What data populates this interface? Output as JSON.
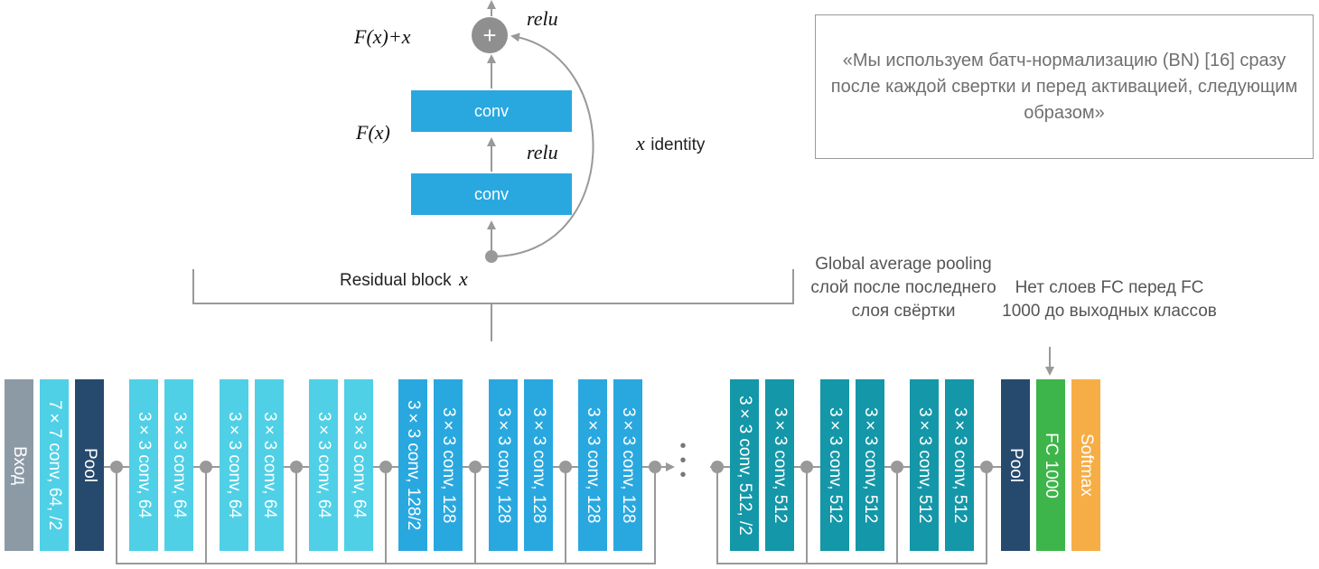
{
  "residual_block": {
    "output_label": "F(x)+x",
    "plus_symbol": "+",
    "relu_top": "relu",
    "conv_top": "conv",
    "fx_label": "F(x)",
    "relu_mid": "relu",
    "conv_bottom": "conv",
    "identity_x": "x",
    "identity_label": "identity",
    "caption": "Residual block",
    "caption_x": "x"
  },
  "quote": "«Мы используем батч-нормализацию (BN) [16] сразу после каждой свертки и перед активацией, следующим образом»",
  "notes": {
    "gap": "Global average pooling слой после последнего слоя свёртки",
    "nofc": "Нет слоев FC перед FC 1000 до выходных классов"
  },
  "layers": [
    {
      "label": "Вход",
      "color": "#8c9aa6"
    },
    {
      "label": "7×7 conv, 64, /2",
      "color": "#4fd0e6"
    },
    {
      "label": "Pool",
      "color": "#264a6e"
    },
    {
      "label": "3×3 conv, 64",
      "color": "#4fd0e6"
    },
    {
      "label": "3×3 conv, 64",
      "color": "#4fd0e6"
    },
    {
      "label": "3×3 conv, 64",
      "color": "#4fd0e6"
    },
    {
      "label": "3×3 conv, 64",
      "color": "#4fd0e6"
    },
    {
      "label": "3×3 conv, 64",
      "color": "#4fd0e6"
    },
    {
      "label": "3×3 conv, 64",
      "color": "#4fd0e6"
    },
    {
      "label": "3×3 conv, 128/2",
      "color": "#29a8e0"
    },
    {
      "label": "3×3 conv, 128",
      "color": "#29a8e0"
    },
    {
      "label": "3×3 conv, 128",
      "color": "#29a8e0"
    },
    {
      "label": "3×3 conv, 128",
      "color": "#29a8e0"
    },
    {
      "label": "3×3 conv, 128",
      "color": "#29a8e0"
    },
    {
      "label": "3×3 conv, 128",
      "color": "#29a8e0"
    },
    {
      "label": "3×3 conv, 512, /2",
      "color": "#1497a8"
    },
    {
      "label": "3×3 conv, 512",
      "color": "#1497a8"
    },
    {
      "label": "3×3 conv, 512",
      "color": "#1497a8"
    },
    {
      "label": "3×3 conv, 512",
      "color": "#1497a8"
    },
    {
      "label": "3×3 conv, 512",
      "color": "#1497a8"
    },
    {
      "label": "3×3 conv, 512",
      "color": "#1497a8"
    },
    {
      "label": "Pool",
      "color": "#264a6e"
    },
    {
      "label": "FC 1000",
      "color": "#3db54a"
    },
    {
      "label": "Softmax",
      "color": "#f7ad45"
    }
  ],
  "colors": {
    "line": "#999999",
    "node": "#999999",
    "residual_conv": "#29a8e0",
    "plus": "#8f8f8f"
  }
}
